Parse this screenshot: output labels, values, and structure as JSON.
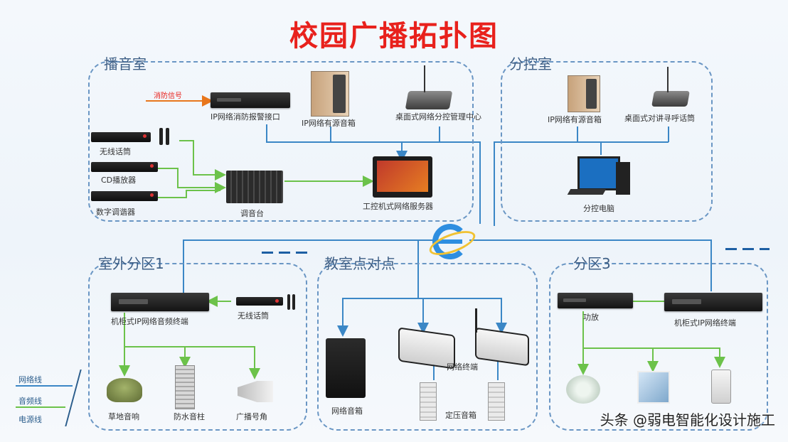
{
  "title": "校园广播拓扑图",
  "zones": {
    "broadcast_room": "播音室",
    "control_room": "分控室",
    "outdoor": "室外分区1",
    "classroom": "教室点对点",
    "zone3": "分区3"
  },
  "devices": {
    "fire_signal": "消防信号",
    "ip_fire_interface": "IP网络消防报警接口",
    "ip_speaker_room": "IP网络有源音箱",
    "desk_paging": "桌面式网络分控管理中心",
    "wireless_mic": "无线话筒",
    "cd_player": "CD播放器",
    "tuner": "数字调谐器",
    "mixer": "调音台",
    "server": "工控机式网络服务器",
    "ip_speaker_ctrl": "IP网络有源音箱",
    "desk_pager_ctrl": "桌面式对讲寻呼话筒",
    "ctrl_pc": "分控电脑",
    "rack_terminal": "机柜式IP网络音频终端",
    "wireless_mic2": "无线话筒",
    "lawn_speaker": "草地音响",
    "waterproof_column": "防水音柱",
    "horn": "广播号角",
    "network_speaker": "网络音箱",
    "net_terminal": "网络终端",
    "wall_speaker": "定压音箱",
    "amplifier": "功放",
    "rack_terminal2": "机柜式IP网络终端"
  },
  "legend": {
    "network": "网络线",
    "audio": "音频线",
    "power": "电源线"
  },
  "watermark": "头条 @弱电智能化设计施工",
  "colors": {
    "title": "#e8211c",
    "network_line": "#3b87c6",
    "audio_line": "#6cc24a",
    "zone_border": "#6a96c4"
  }
}
